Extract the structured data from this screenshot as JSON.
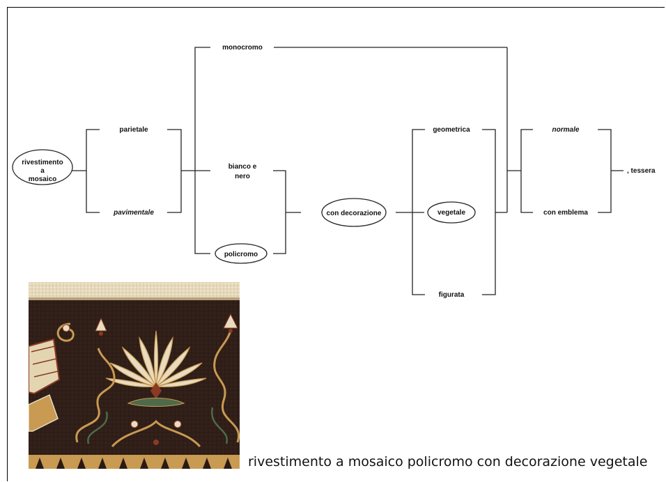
{
  "diagram": {
    "root": "rivestimento a mosaico",
    "root_lines": [
      "rivestimento",
      "a",
      "mosaico"
    ],
    "placement": [
      "parietale",
      "pavimentale"
    ],
    "color": [
      "monocromo",
      "bianco e nero",
      "policromo"
    ],
    "color_bn_lines": [
      "bianco e",
      "nero"
    ],
    "decoration": "con decorazione",
    "motif": [
      "geometrica",
      "vegetale",
      "figurata"
    ],
    "emblem": [
      "normale",
      "con emblema"
    ],
    "tessera": ", tessera",
    "selected": [
      "rivestimento a mosaico",
      "policromo",
      "con decorazione",
      "vegetale"
    ]
  },
  "image": {
    "subject": "mosaic-vegetal-decoration",
    "colors": {
      "background": "#2a1a14",
      "tessera_cream": "#e8dcc0",
      "tessera_gold": "#c89a52",
      "tessera_red": "#8a3a22",
      "tessera_green": "#4e6a4a"
    }
  },
  "caption": "rivestimento a mosaico policromo con decorazione vegetale"
}
